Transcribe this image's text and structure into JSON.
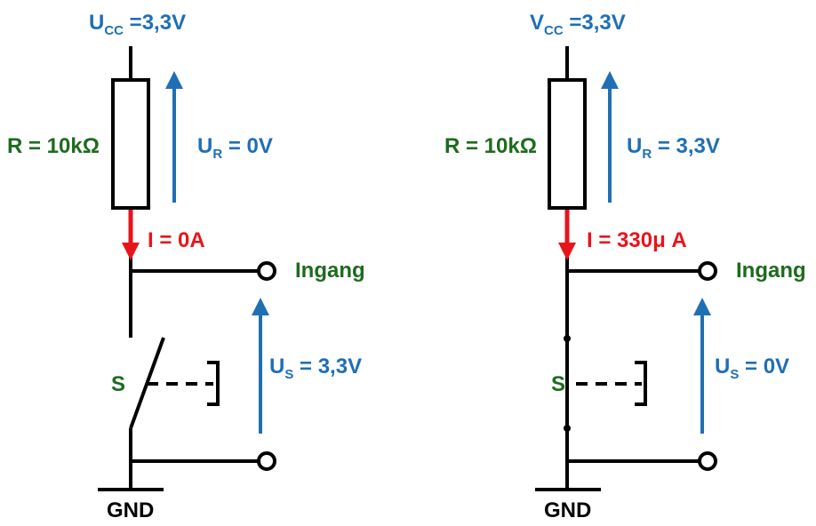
{
  "colors": {
    "voltage": "#1f6fb5",
    "resistor_label": "#1e6b1e",
    "current": "#e8141b",
    "wire": "#000000"
  },
  "left": {
    "supply": {
      "main": "U",
      "sub": "CC",
      "rest": " =3,3V"
    },
    "resistor": "R = 10kΩ",
    "ur": {
      "main": "U",
      "sub": "R",
      "rest": " = 0V"
    },
    "current": "I = 0A",
    "input": "Ingang",
    "switch": "S",
    "us": {
      "main": "U",
      "sub": "S",
      "rest": " = 3,3V"
    },
    "ground": "GND",
    "switch_state": "open"
  },
  "right": {
    "supply": {
      "main": "V",
      "sub": "CC",
      "rest": " =3,3V"
    },
    "resistor": "R = 10kΩ",
    "ur": {
      "main": "U",
      "sub": "R",
      "rest": " = 3,3V"
    },
    "current": "I = 330μ A",
    "input": "Ingang",
    "switch": "S",
    "us": {
      "main": "U",
      "sub": "S",
      "rest": " = 0V"
    },
    "ground": "GND",
    "switch_state": "closed"
  }
}
